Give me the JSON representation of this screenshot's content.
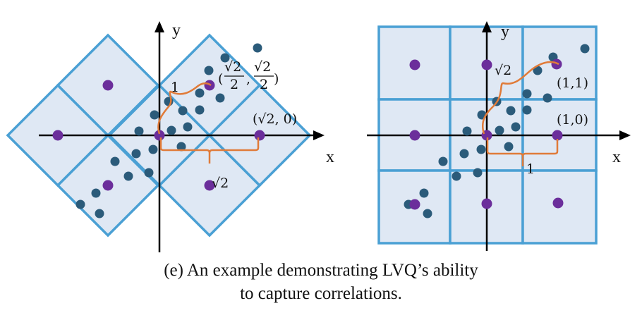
{
  "colors": {
    "cell_fill": "#dfe8f4",
    "cell_stroke": "#4aa0d4",
    "centroid": "#6b2e9b",
    "data_point": "#2b5b7a",
    "brace": "#e07b39",
    "axis": "#000000"
  },
  "left": {
    "x_label": "x",
    "y_label": "y",
    "diag_point": {
      "open": "(",
      "num1": "√2",
      "den1": "2",
      "comma": ",",
      "num2": "√2",
      "den2": "2",
      "close": ")"
    },
    "axis_point": "(√2, 0)",
    "brace_curve_label": "1",
    "brace_horizontal_label": "√2"
  },
  "right": {
    "x_label": "x",
    "y_label": "y",
    "diag_point": "(1,1)",
    "axis_point": "(1,0)",
    "brace_curve_label": "√2",
    "brace_horizontal_label": "1"
  },
  "caption": {
    "line1": "(e) An example demonstrating LVQ’s ability",
    "line2": "to capture correlations."
  }
}
